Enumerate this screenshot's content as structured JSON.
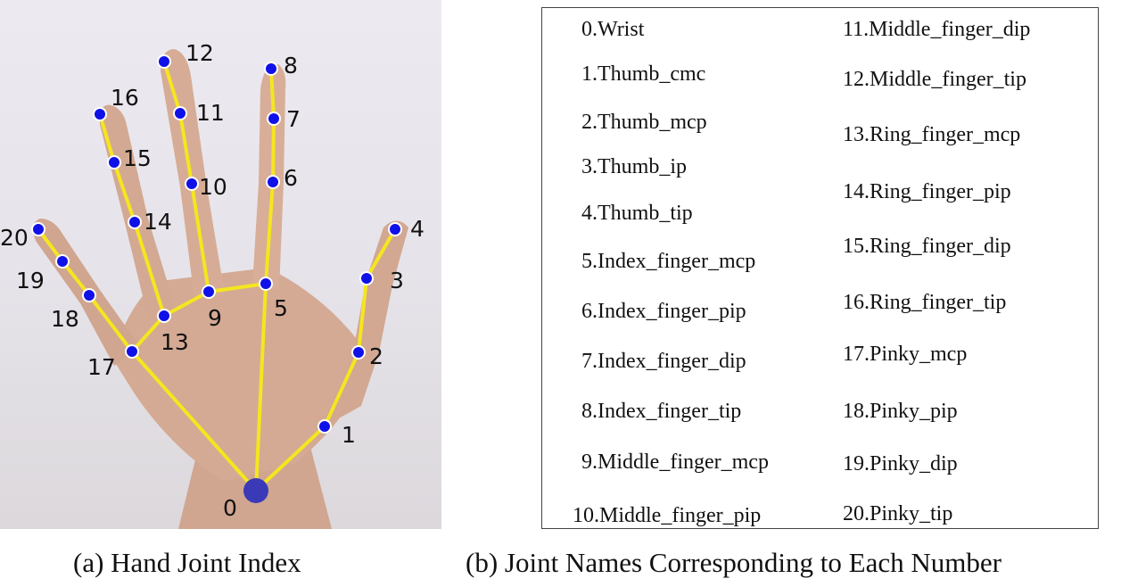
{
  "panel_a": {
    "caption": "(a) Hand Joint Index",
    "joint_labels": [
      "0",
      "1",
      "2",
      "3",
      "4",
      "5",
      "6",
      "7",
      "8",
      "9",
      "10",
      "11",
      "12",
      "13",
      "14",
      "15",
      "16",
      "17",
      "18",
      "19",
      "20"
    ],
    "colors": {
      "bone": "#f5e61f",
      "joint": "#1010e8",
      "wrist": "#3a3ab8",
      "joint_outline": "#ffffff"
    }
  },
  "panel_b": {
    "caption": "(b) Joint Names Corresponding to Each Number",
    "joint_names": [
      "0.Wrist",
      "1.Thumb_cmc",
      "2.Thumb_mcp",
      "3.Thumb_ip",
      "4.Thumb_tip",
      "5.Index_finger_mcp",
      "6.Index_finger_pip",
      "7.Index_finger_dip",
      "8.Index_finger_tip",
      "9.Middle_finger_mcp",
      "10.Middle_finger_pip",
      "11.Middle_finger_dip",
      "12.Middle_finger_tip",
      "13.Ring_finger_mcp",
      "14.Ring_finger_pip",
      "15.Ring_finger_dip",
      "16.Ring_finger_tip",
      "17.Pinky_mcp",
      "18.Pinky_pip",
      "19.Pinky_dip",
      "20.Pinky_tip"
    ]
  }
}
